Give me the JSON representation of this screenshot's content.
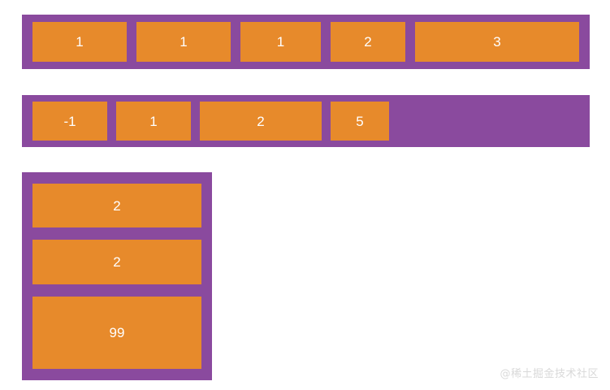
{
  "palette": {
    "container_purple": "#8a4a9e",
    "item_orange": "#e78a2b",
    "item_text": "#ffffff",
    "page_background": "#ffffff",
    "watermark_text_color": "#d9d9d9"
  },
  "containers": [
    {
      "id": "row-one",
      "direction": "row",
      "items": [
        {
          "label": "1",
          "flex_grow": 1
        },
        {
          "label": "1",
          "flex_grow": 1
        },
        {
          "label": "1",
          "flex_grow": 1
        },
        {
          "label": "2",
          "flex_grow": 1
        },
        {
          "label": "3",
          "flex_grow": 2
        }
      ]
    },
    {
      "id": "row-two",
      "direction": "row",
      "items": [
        {
          "label": "-1",
          "flex_grow": 0
        },
        {
          "label": "1",
          "flex_grow": 0
        },
        {
          "label": "2",
          "flex_grow": 0
        },
        {
          "label": "5",
          "flex_grow": 0
        }
      ]
    },
    {
      "id": "column-one",
      "direction": "column",
      "items": [
        {
          "label": "2",
          "flex_grow": 1
        },
        {
          "label": "2",
          "flex_grow": 1
        },
        {
          "label": "99",
          "flex_grow": 2
        }
      ]
    }
  ],
  "watermark": {
    "text": "@稀土掘金技术社区"
  }
}
